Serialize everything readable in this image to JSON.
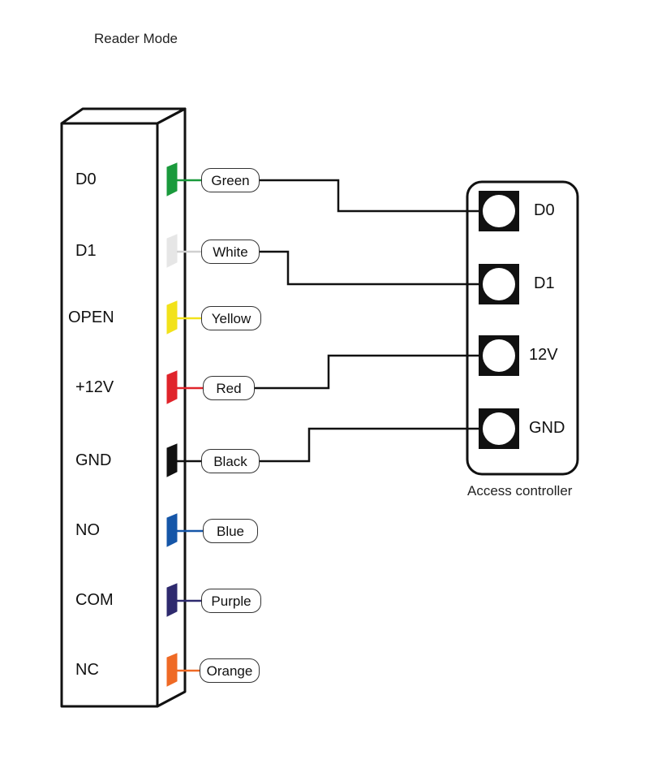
{
  "title": "Reader Mode",
  "reader": {
    "pins": [
      {
        "label": "D0",
        "wire": "Green",
        "color": "#1a9a3c"
      },
      {
        "label": "D1",
        "wire": "White",
        "color": "#e6e6e6"
      },
      {
        "label": "OPEN",
        "wire": "Yellow",
        "color": "#f2e21a"
      },
      {
        "label": "+12V",
        "wire": "Red",
        "color": "#e0242b"
      },
      {
        "label": "GND",
        "wire": "Black",
        "color": "#111111"
      },
      {
        "label": "NO",
        "wire": "Blue",
        "color": "#1556a8"
      },
      {
        "label": "COM",
        "wire": "Purple",
        "color": "#2e2a6e"
      },
      {
        "label": "NC",
        "wire": "Orange",
        "color": "#ef6a25"
      }
    ]
  },
  "controller": {
    "caption": "Access controller",
    "terminals": [
      "D0",
      "D1",
      "12V",
      "GND"
    ]
  },
  "connections": [
    {
      "from": "D0",
      "to": "D0"
    },
    {
      "from": "D1",
      "to": "D1"
    },
    {
      "from": "+12V",
      "to": "12V"
    },
    {
      "from": "GND",
      "to": "GND"
    }
  ]
}
